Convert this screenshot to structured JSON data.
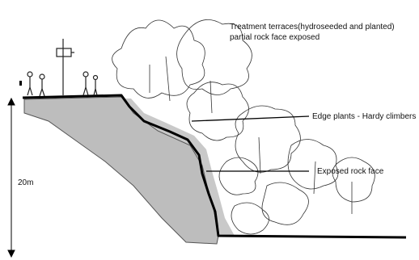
{
  "annotations": {
    "treatment_line1": "Treatment  terraces(hydroseeded and planted)",
    "treatment_line2": "partial rock face exposed",
    "edge_plants": "Edge plants  - Hardy climbers",
    "rock_face": "Exposed rock face",
    "height": "20m"
  }
}
